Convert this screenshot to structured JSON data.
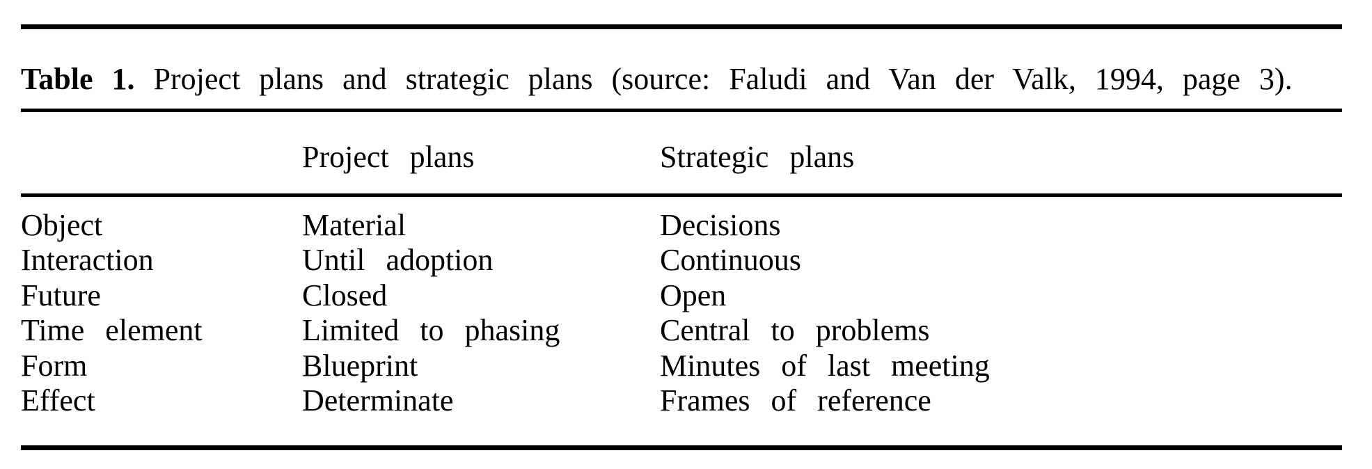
{
  "colors": {
    "background": "#ffffff",
    "text": "#000000",
    "rule": "#000000"
  },
  "caption": {
    "label": "Table 1.",
    "text": "Project plans and strategic plans (source: Faludi and Van der Valk, 1994, page 3)."
  },
  "table": {
    "column_headers": {
      "attribute": "",
      "project": "Project plans",
      "strategic": "Strategic plans"
    },
    "rows": [
      {
        "attribute": "Object",
        "project": "Material",
        "strategic": "Decisions"
      },
      {
        "attribute": "Interaction",
        "project": "Until adoption",
        "strategic": "Continuous"
      },
      {
        "attribute": "Future",
        "project": "Closed",
        "strategic": "Open"
      },
      {
        "attribute": "Time element",
        "project": "Limited to phasing",
        "strategic": "Central to problems"
      },
      {
        "attribute": "Form",
        "project": "Blueprint",
        "strategic": "Minutes of last meeting"
      },
      {
        "attribute": "Effect",
        "project": "Determinate",
        "strategic": "Frames of reference"
      }
    ]
  }
}
